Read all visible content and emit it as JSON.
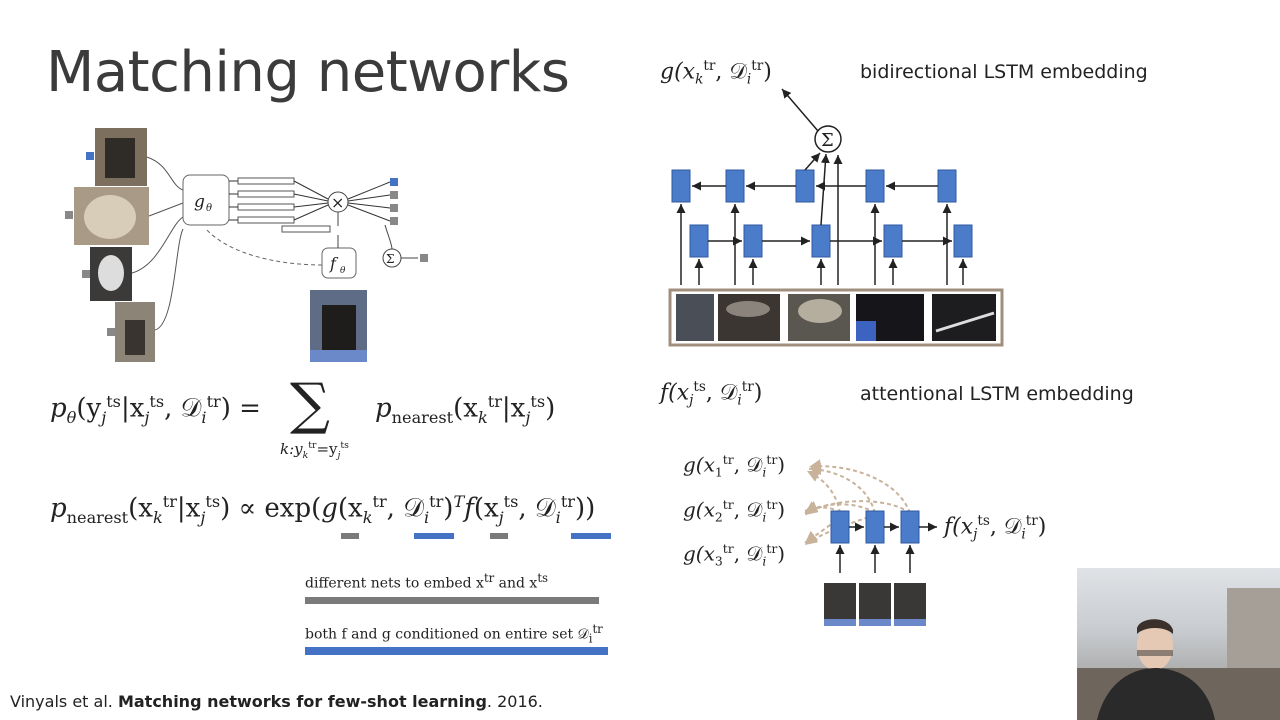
{
  "slide": {
    "title": "Matching networks",
    "formula_main": {
      "lhs": "p",
      "lhs_sub": "θ",
      "lhs_args_a": "(y",
      "y_sub": "j",
      "y_sup": "ts",
      "bar_x": "|x",
      "x_sub": "j",
      "x_sup": "ts",
      "comma_D": ", 𝒟",
      "D_sub": "i",
      "D_sup": "tr",
      "rhs_eq": ") =",
      "sum": "∑",
      "sum_index": "k:y",
      "sum_index_sub": "k",
      "sum_index_sup": "tr",
      "sum_index_eq": "=y",
      "sum_index2_sub": "j",
      "sum_index2_sup": "ts",
      "p_nearest": "p",
      "p_nearest_sub": "nearest",
      "p_args": "(x",
      "p_x_sub": "k",
      "p_x_sup": "tr",
      "p_bar": "|x",
      "p_x2_sub": "j",
      "p_x2_sup": "ts",
      "p_close": ")"
    },
    "formula_nearest": {
      "p": "p",
      "p_sub": "nearest",
      "open": "(x",
      "x_sub": "k",
      "x_sup": "tr",
      "bar": "|x",
      "x2_sub": "j",
      "x2_sup": "ts",
      "close": ")",
      "prop": "∝",
      "exp": "exp(",
      "g": "g",
      "g_open": "(x",
      "g_x_sub": "k",
      "g_x_sup": "tr",
      "g_comma": ", 𝒟",
      "g_D_sub": "i",
      "g_D_sup": "tr",
      "g_close": ")",
      "T": "T",
      "f": "f",
      "f_open": "(x",
      "f_x_sub": "j",
      "f_x_sup": "ts",
      "f_comma": ", 𝒟",
      "f_D_sub": "i",
      "f_D_sup": "tr",
      "f_close": "))"
    },
    "legend": {
      "different_nets": "different nets to embed x",
      "different_nets_sup1": "tr",
      "different_nets_and": " and x",
      "different_nets_sup2": "ts",
      "both_conditioned": "both f and g conditioned on entire set 𝒟",
      "both_conditioned_sub": "i",
      "both_conditioned_sup": "tr"
    },
    "right_top": {
      "g_label": "g(x",
      "g_label_sub": "k",
      "g_label_sup": "tr",
      "g_label_rest": ", 𝒟",
      "g_label_D_sub": "i",
      "g_label_D_sup": "tr",
      "g_label_close": ")",
      "caption": "bidirectional LSTM embedding"
    },
    "right_mid": {
      "f_label": "f(x",
      "f_label_sub": "j",
      "f_label_sup": "ts",
      "f_label_rest": ", 𝒟",
      "f_label_D_sub": "i",
      "f_label_D_sup": "tr",
      "f_label_close": ")",
      "caption": "attentional LSTM embedding"
    },
    "attention": {
      "rows": [
        {
          "pre": "g(x",
          "sub": "1",
          "sup": "tr",
          "rest": ", 𝒟",
          "D_sub": "i",
          "D_sup": "tr",
          "close": ")"
        },
        {
          "pre": "g(x",
          "sub": "2",
          "sup": "tr",
          "rest": ", 𝒟",
          "D_sub": "i",
          "D_sup": "tr",
          "close": ")"
        },
        {
          "pre": "g(x",
          "sub": "3",
          "sup": "tr",
          "rest": ", 𝒟",
          "D_sub": "i",
          "D_sup": "tr",
          "close": ")"
        }
      ],
      "output": {
        "pre": "f(x",
        "sub": "j",
        "sup": "ts",
        "rest": ", 𝒟",
        "D_sub": "i",
        "D_sup": "tr",
        "close": ")"
      }
    },
    "left_diagram": {
      "g_theta": "g",
      "g_theta_sub": "θ",
      "f_theta": "f",
      "f_theta_sub": "θ",
      "times": "×",
      "sigma": "Σ"
    },
    "citation": {
      "authors": "Vinyals et al. ",
      "paper": "Matching networks for few-shot learning",
      "year": ". 2016."
    },
    "colors": {
      "accent_blue": "#4472c4",
      "gray_bar": "#7a7a7a",
      "lstm_blue": "#4a7cc9",
      "dashed_tan": "#c8b29a"
    }
  }
}
